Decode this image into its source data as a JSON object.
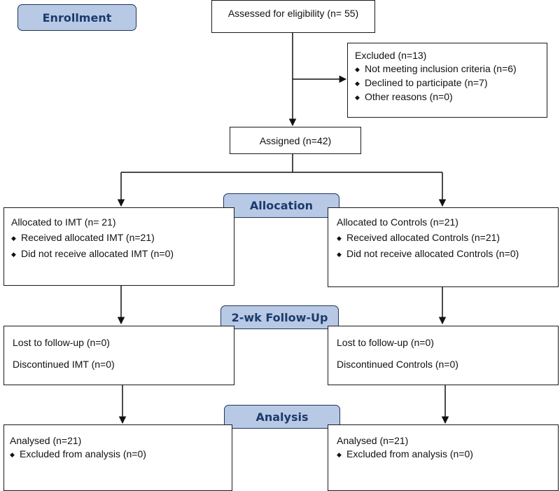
{
  "stages": {
    "enrollment": "Enrollment",
    "allocation": "Allocation",
    "followup": "2-wk Follow-Up",
    "analysis": "Analysis"
  },
  "assessed": "Assessed for eligibility (n= 55)",
  "excluded": {
    "title": "Excluded (n=13)",
    "items": [
      "Not meeting inclusion criteria (n=6)",
      "Declined to participate (n=7)",
      "Other reasons (n=0)"
    ]
  },
  "assigned": "Assigned (n=42)",
  "allocated_imt": {
    "title": "Allocated to IMT (n= 21)",
    "items": [
      "Received allocated IMT (n=21)",
      "Did not receive allocated IMT (n=0)"
    ]
  },
  "allocated_controls": {
    "title": "Allocated to Controls (n=21)",
    "items": [
      "Received allocated Controls (n=21)",
      "Did not receive allocated Controls (n=0)"
    ]
  },
  "followup_imt": {
    "lost": "Lost to follow-up (n=0)",
    "discontinued": "Discontinued IMT (n=0)"
  },
  "followup_controls": {
    "lost": "Lost to follow-up (n=0)",
    "discontinued": "Discontinued Controls (n=0)"
  },
  "analysis_imt": {
    "title": "Analysed (n=21)",
    "items": [
      "Excluded from analysis (n=0)"
    ]
  },
  "analysis_controls": {
    "title": "Analysed (n=21)",
    "items": [
      "Excluded from analysis (n=0)"
    ]
  },
  "bullet_glyph": "◆"
}
